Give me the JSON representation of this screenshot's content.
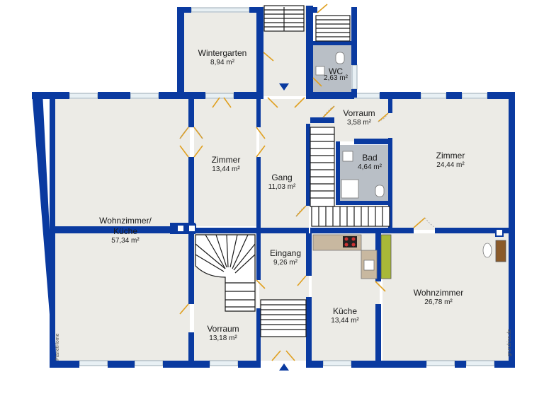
{
  "colors": {
    "wall": "#0a3aa0",
    "floor": "#ecebe6",
    "tile": "#b9bfc6",
    "window": "#e8f0f4",
    "door": "#e0a020",
    "stair": "#ffffff"
  },
  "rooms": [
    {
      "id": "wintergarten",
      "name": "Wintergarten",
      "area": "8,94 m²"
    },
    {
      "id": "wc",
      "name": "WC",
      "area": "2,63 m²"
    },
    {
      "id": "vorraum-top",
      "name": "Vorraum",
      "area": "3,58 m²"
    },
    {
      "id": "zimmer-center",
      "name": "Zimmer",
      "area": "13,44 m²"
    },
    {
      "id": "bad",
      "name": "Bad",
      "area": "4,64 m²"
    },
    {
      "id": "zimmer-right",
      "name": "Zimmer",
      "area": "24,44 m²"
    },
    {
      "id": "gang",
      "name": "Gang",
      "area": "11,03 m²"
    },
    {
      "id": "wohnzimmer-kueche",
      "name": "Wohnzimmer/\nKüche",
      "area": "57,34 m²"
    },
    {
      "id": "eingang",
      "name": "Eingang",
      "area": "9,26 m²"
    },
    {
      "id": "wohnzimmer",
      "name": "Wohnzimmer",
      "area": "26,78 m²"
    },
    {
      "id": "kueche",
      "name": "Küche",
      "area": "13,44 m²"
    },
    {
      "id": "vorraum-bottom",
      "name": "Vorraum",
      "area": "13,18 m²"
    }
  ],
  "credits": {
    "left": "PlanetHome",
    "right": "grundriss.de"
  }
}
